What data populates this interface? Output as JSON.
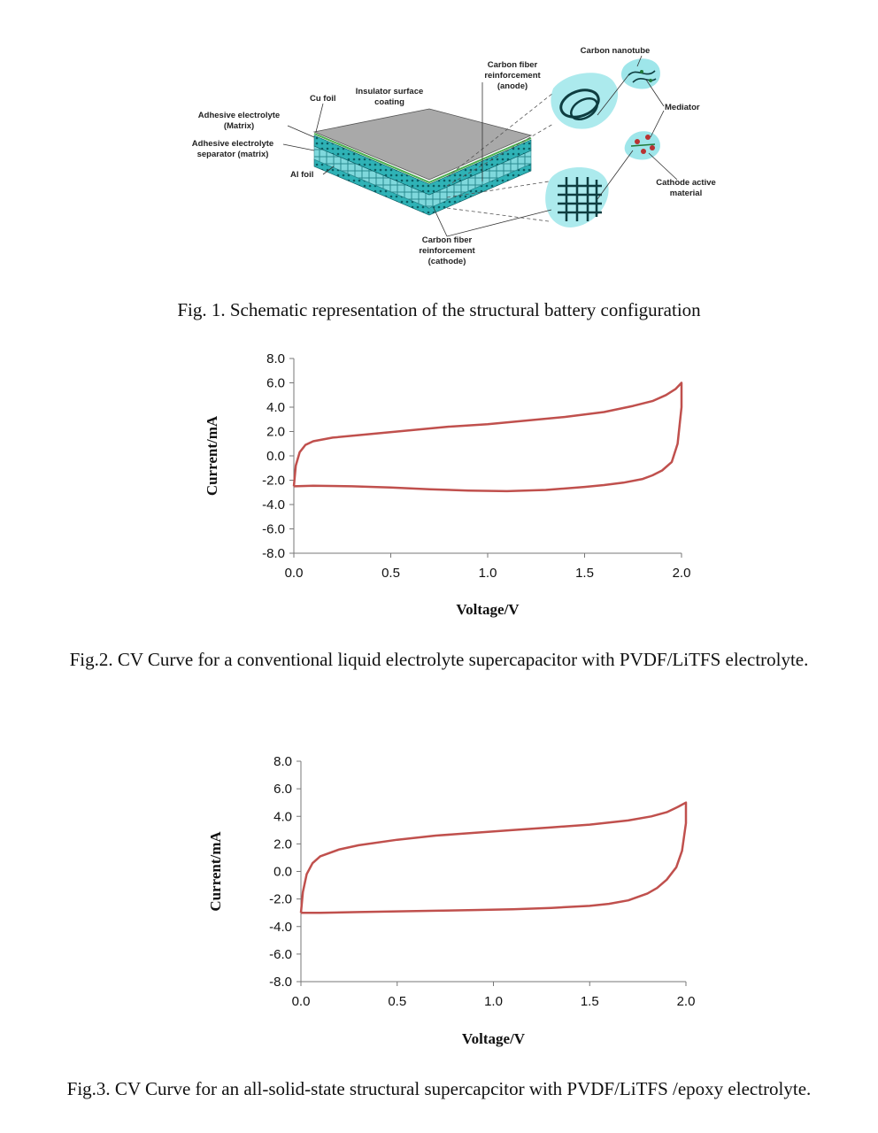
{
  "figure1": {
    "caption": "Fig. 1. Schematic representation of the structural battery configuration",
    "labels": {
      "cu_foil": "Cu foil",
      "insulator_1": "Insulator surface",
      "insulator_2": "coating",
      "cf_anode_1": "Carbon fiber",
      "cf_anode_2": "reinforcement",
      "cf_anode_3": "(anode)",
      "cnt": "Carbon nanotube",
      "mediator": "Mediator",
      "adh_matrix_1": "Adhesive electrolyte",
      "adh_matrix_2": "(Matrix)",
      "adh_sep_1": "Adhesive electrolyte",
      "adh_sep_2": "separator (matrix)",
      "al_foil": "Al foil",
      "cathode_am_1": "Cathode active",
      "cathode_am_2": "material",
      "cf_cathode_1": "Carbon fiber",
      "cf_cathode_2": "reinforcement",
      "cf_cathode_3": "(cathode)"
    }
  },
  "figure2": {
    "caption": "Fig.2. CV Curve for a conventional liquid electrolyte supercapacitor with PVDF/LiTFS electrolyte."
  },
  "figure3": {
    "caption": "Fig.3. CV Curve for an all-solid-state structural supercapcitor with PVDF/LiTFS /epoxy electrolyte."
  },
  "chart_data": [
    {
      "type": "line",
      "xlabel": "Voltage/V",
      "ylabel": "Current/mA",
      "xlim": [
        0.0,
        2.0
      ],
      "ylim": [
        -8.0,
        8.0
      ],
      "x_ticks": [
        "0.0",
        "0.5",
        "1.0",
        "1.5",
        "2.0"
      ],
      "y_ticks": [
        "8.0",
        "6.0",
        "4.0",
        "2.0",
        "0.0",
        "-2.0",
        "-4.0",
        "-6.0",
        "-8.0"
      ],
      "grid": false,
      "color": "#c0504d",
      "series": [
        {
          "x": [
            0.0,
            0.01,
            0.03,
            0.06,
            0.1,
            0.2,
            0.4,
            0.6,
            0.8,
            1.0,
            1.2,
            1.4,
            1.6,
            1.75,
            1.85,
            1.92,
            1.97,
            2.0,
            2.0,
            1.98,
            1.95,
            1.9,
            1.85,
            1.8,
            1.7,
            1.6,
            1.5,
            1.3,
            1.1,
            0.9,
            0.7,
            0.5,
            0.3,
            0.1,
            0.0
          ],
          "y": [
            -2.5,
            -0.8,
            0.3,
            0.9,
            1.2,
            1.5,
            1.8,
            2.1,
            2.4,
            2.6,
            2.9,
            3.2,
            3.6,
            4.1,
            4.5,
            5.0,
            5.5,
            6.0,
            4.0,
            1.0,
            -0.5,
            -1.2,
            -1.6,
            -1.9,
            -2.2,
            -2.4,
            -2.55,
            -2.8,
            -2.9,
            -2.85,
            -2.75,
            -2.6,
            -2.5,
            -2.45,
            -2.5
          ]
        }
      ]
    },
    {
      "type": "line",
      "xlabel": "Voltage/V",
      "ylabel": "Current/mA",
      "xlim": [
        0.0,
        2.0
      ],
      "ylim": [
        -8.0,
        8.0
      ],
      "x_ticks": [
        "0.0",
        "0.5",
        "1.0",
        "1.5",
        "2.0"
      ],
      "y_ticks": [
        "8.0",
        "6.0",
        "4.0",
        "2.0",
        "0.0",
        "-2.0",
        "-4.0",
        "-6.0",
        "-8.0"
      ],
      "grid": false,
      "color": "#c0504d",
      "series": [
        {
          "x": [
            0.0,
            0.01,
            0.03,
            0.06,
            0.1,
            0.2,
            0.3,
            0.5,
            0.7,
            0.9,
            1.1,
            1.3,
            1.5,
            1.7,
            1.82,
            1.9,
            1.96,
            2.0,
            2.0,
            1.98,
            1.95,
            1.9,
            1.85,
            1.8,
            1.7,
            1.6,
            1.5,
            1.3,
            1.1,
            0.9,
            0.7,
            0.5,
            0.3,
            0.1,
            0.0
          ],
          "y": [
            -3.0,
            -1.5,
            -0.2,
            0.6,
            1.1,
            1.6,
            1.9,
            2.3,
            2.6,
            2.8,
            3.0,
            3.2,
            3.4,
            3.7,
            4.0,
            4.3,
            4.7,
            5.0,
            3.5,
            1.5,
            0.3,
            -0.6,
            -1.2,
            -1.6,
            -2.1,
            -2.35,
            -2.5,
            -2.65,
            -2.75,
            -2.8,
            -2.85,
            -2.9,
            -2.95,
            -3.0,
            -3.0
          ]
        }
      ]
    }
  ]
}
